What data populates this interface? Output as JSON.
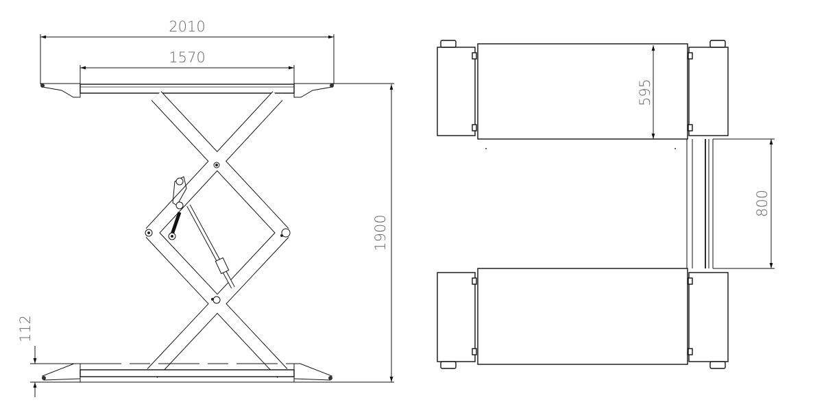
{
  "title": "Scissor lift dimension drawing",
  "side_view": {
    "dimensions": {
      "overall_width": "2010",
      "platform_length": "1570",
      "max_height": "1900",
      "min_height": "112"
    }
  },
  "top_view": {
    "dimensions": {
      "platform_width": "595",
      "gap_between_platforms": "800"
    }
  },
  "colors": {
    "line": "#111111",
    "dim_text": "#666666"
  }
}
